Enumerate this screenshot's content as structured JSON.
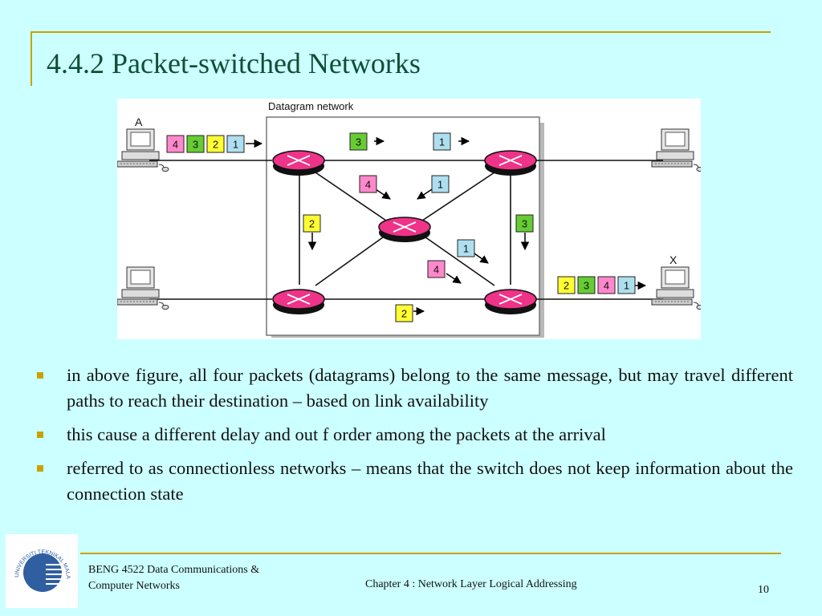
{
  "slide": {
    "title": "4.4.2 Packet-switched Networks",
    "bullets": [
      "in above figure, all four packets (datagrams) belong to the same message, but may travel different paths to reach their destination – based on link availability",
      "this cause a different delay and out f order among the packets at the arrival",
      "referred to as connectionless networks – means that the switch does not keep information about the connection state"
    ]
  },
  "figure": {
    "network_label": "Datagram network",
    "sender_label": "A",
    "receiver_label": "X",
    "packets": {
      "sender_queue": [
        "4",
        "3",
        "2",
        "1"
      ],
      "receiver_queue": [
        "2",
        "3",
        "4",
        "1"
      ],
      "top_link": [
        "3",
        "1"
      ],
      "left_link": "2",
      "right_link": "3",
      "bottom_link": "2",
      "to_center": "4",
      "from_tr": "1",
      "center_out_1": "1",
      "center_out_4": "4"
    },
    "colors": {
      "packet_1": "#AEDFF0",
      "packet_2": "#FFFF33",
      "packet_3": "#66CC33",
      "packet_4": "#FF88CC",
      "router": "#EE3388"
    }
  },
  "footer": {
    "course_line1": "BENG 4522 Data Communications &",
    "course_line2": "Computer Networks",
    "chapter": "Chapter 4 : Network Layer Logical Addressing",
    "page": "10"
  },
  "logo": {
    "text": "UNIVERSITI TEKNIKAL MALAYSIA MELAKA"
  }
}
